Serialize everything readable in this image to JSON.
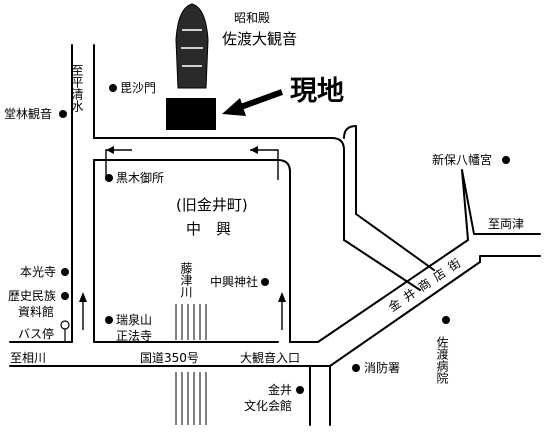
{
  "statue": {
    "name_line1": "昭和殿",
    "name_line2": "佐渡大観音"
  },
  "current_location": "現地",
  "district": {
    "former_name": "(旧金井町)",
    "name": "中　興"
  },
  "roads": {
    "to_hirashimizu": "至平清水",
    "to_aikawa": "至相川",
    "to_ryotsu": "至両津",
    "route_350": "国道350号",
    "daikannon_entrance": "大観音入口",
    "shopping_street": "金井商店街",
    "river": "藤津川"
  },
  "landmarks": {
    "bishamon": "毘沙門",
    "dorin_kannon": "堂林観音",
    "kuroki_gosho": "黒木御所",
    "shinbo_hachiman": "新保八幡宮",
    "honkoji": "本光寺",
    "museum_line1": "歴史民族",
    "museum_line2": "資料館",
    "bus_stop": "バス停",
    "zuisenzan_line1": "瑞泉山",
    "zuisenzan_line2": "正法寺",
    "nakaoki_shrine": "中興神社",
    "fire_station": "消防署",
    "sado_hospital": "佐渡病院",
    "kanai_hall_line1": "金井",
    "kanai_hall_line2": "文化会館"
  }
}
